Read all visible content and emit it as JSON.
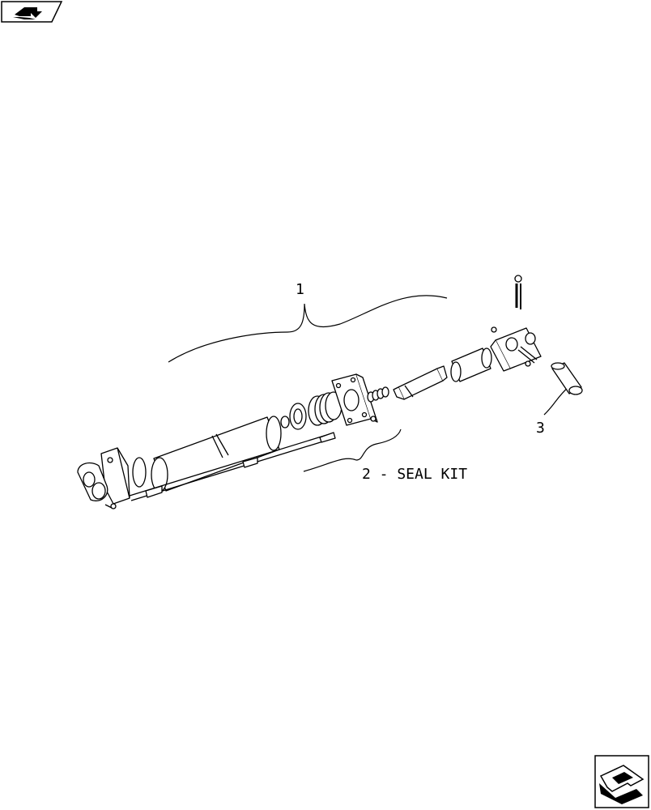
{
  "diagram": {
    "callouts": [
      {
        "id": "1",
        "text": "1"
      },
      {
        "id": "2",
        "text": "2 - SEAL KIT"
      },
      {
        "id": "3",
        "text": "3"
      }
    ]
  },
  "nav": {
    "top_left_icon": "book-arrow-icon",
    "bottom_right_icon": "next-page-arrow-icon"
  },
  "colors": {
    "ink": "#000000",
    "paper": "#ffffff"
  }
}
